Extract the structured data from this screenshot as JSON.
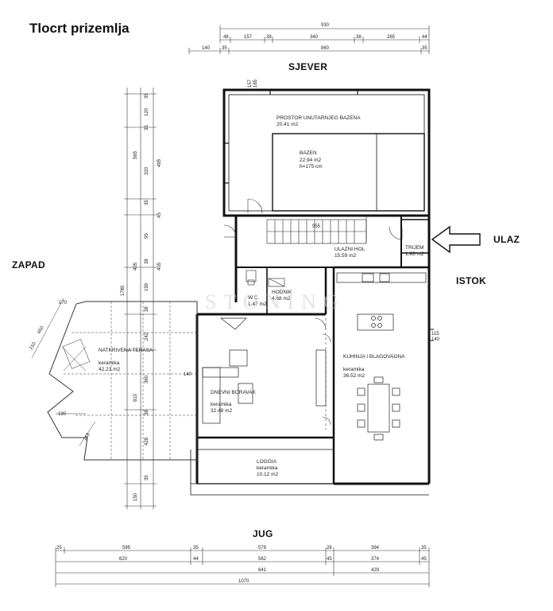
{
  "title": "Tlocrt prizemlja",
  "directions": {
    "north": "SJEVER",
    "south": "JUG",
    "west": "ZAPAD",
    "east": "ISTOK",
    "entrance": "ULAZ"
  },
  "watermark": "STONING",
  "rooms": {
    "pool_room": {
      "name": "PROSTOR UNUTARNJEG BAZENA",
      "area": "20.41 m2"
    },
    "pool": {
      "name": "BAZEN",
      "area": "22.94 m2",
      "depth": "h=175 cm"
    },
    "hall": {
      "name": "ULAZNI HOL",
      "area": "15.59 m2"
    },
    "vestibule": {
      "name": "TRIJEM",
      "area": "1.83 m2"
    },
    "wc": {
      "name": "W.C.",
      "area": "1.47 m2"
    },
    "corridor": {
      "name": "HODNIK",
      "area": "4.68 m2"
    },
    "kitchen": {
      "name": "KUHINJA I BLAGOVAONA",
      "floor": "keramika",
      "area": "36.52 m2"
    },
    "living": {
      "name": "DNEVNI BORAVAK",
      "floor": "keramika",
      "area": "32.48 m2"
    },
    "loggia": {
      "name": "LOGGIA",
      "floor": "keramika",
      "area": "10.12 m2"
    },
    "terrace": {
      "name": "NATKRIVENA TERASA",
      "floor": "keramika",
      "area": "42.23 m2"
    }
  },
  "dims_top": {
    "row1": [
      "930"
    ],
    "row2": [
      "48",
      "157",
      "38",
      "340",
      "38",
      "265",
      "44"
    ],
    "row3": [
      "140",
      "35",
      "860",
      "35"
    ]
  },
  "dims_bottom": {
    "row1": [
      "25",
      "595",
      "35",
      "578",
      "28",
      "394",
      "35"
    ],
    "row2": [
      "620",
      "44",
      "562",
      "45",
      "374",
      "45"
    ],
    "row3": [
      "641",
      "429"
    ],
    "row4": [
      "1070"
    ]
  },
  "dims_left": {
    "col1": [
      "35",
      "120",
      "35",
      "320",
      "35",
      "95",
      "38",
      "199",
      "38",
      "242",
      "360",
      "38",
      "428",
      "35"
    ],
    "col2": [
      "565",
      "405",
      "810",
      "150"
    ],
    "col3": [
      "1780"
    ],
    "col4": [
      "495",
      "45",
      "405"
    ]
  },
  "dims_misc": {
    "stair": "955",
    "east_a": "115",
    "east_b": "140",
    "west_small": "140",
    "wall_a": "157",
    "wall_b": "185",
    "terrace_a": "170",
    "terrace_b": "210",
    "terrace_c": "190",
    "terrace_d": "218",
    "terrace_e": "450"
  }
}
